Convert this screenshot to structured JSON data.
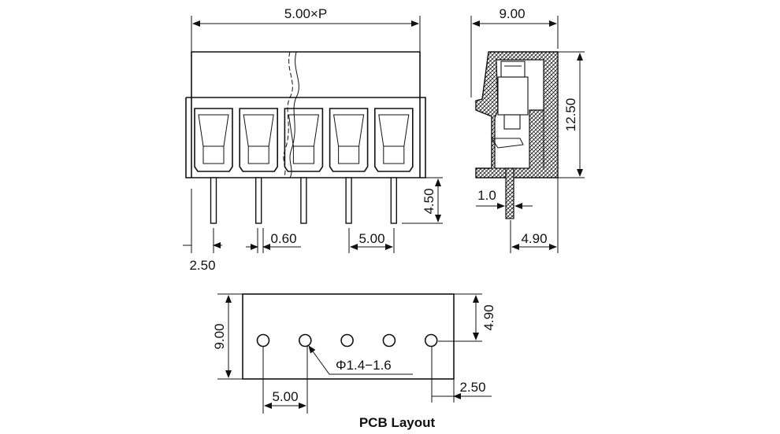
{
  "front_view": {
    "width_label": "5.00×P",
    "pin_length_label": "4.50",
    "pin_width_label": "0.60",
    "pitch_label": "5.00",
    "edge_label": "2.50"
  },
  "side_view": {
    "depth_label": "9.00",
    "height_label": "12.50",
    "pin_thickness_label": "1.0",
    "pin_offset_label": "4.90"
  },
  "pcb_layout": {
    "title": "PCB Layout",
    "height_label": "9.00",
    "hole_offset_label": "4.90",
    "hole_diameter_label": "Φ1.4−1.6",
    "pitch_label": "5.00",
    "edge_label": "2.50",
    "hole_count": 5
  }
}
